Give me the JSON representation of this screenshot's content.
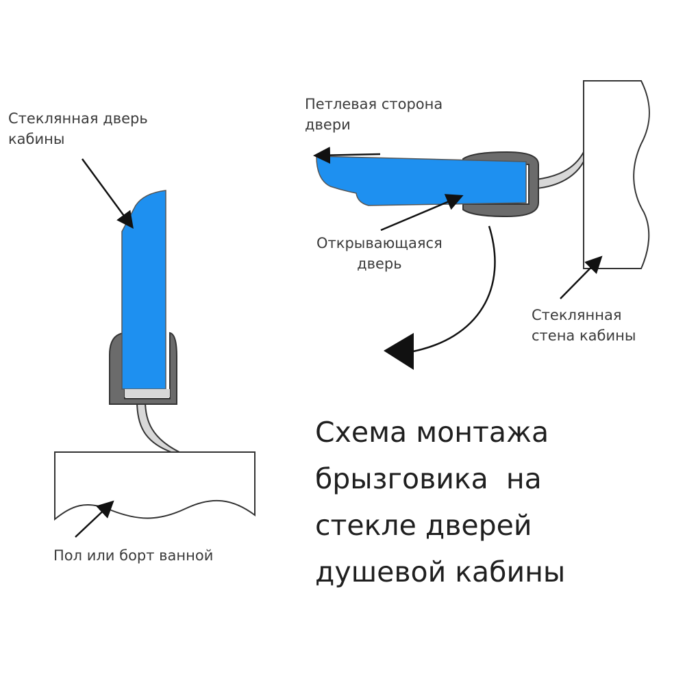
{
  "labels": {
    "glass_door": [
      "Стеклянная дверь",
      "кабины"
    ],
    "hinge_side": [
      "Петлевая сторона",
      "двери"
    ],
    "opening_door": [
      "Открывающаяся",
      "дверь"
    ],
    "glass_wall": [
      "Стеклянная",
      "стена кабины"
    ],
    "floor": [
      "Пол или борт ванной"
    ]
  },
  "caption": [
    "Схема монтажа",
    "брызговика  на",
    "стекле дверей",
    "душевой кабины"
  ],
  "colors": {
    "glass": "#1e90f0",
    "seal_frame": "#6b6b6b",
    "seal_flap": "#d8d8d8",
    "outline": "#333333",
    "text": "#3a3a3a"
  }
}
